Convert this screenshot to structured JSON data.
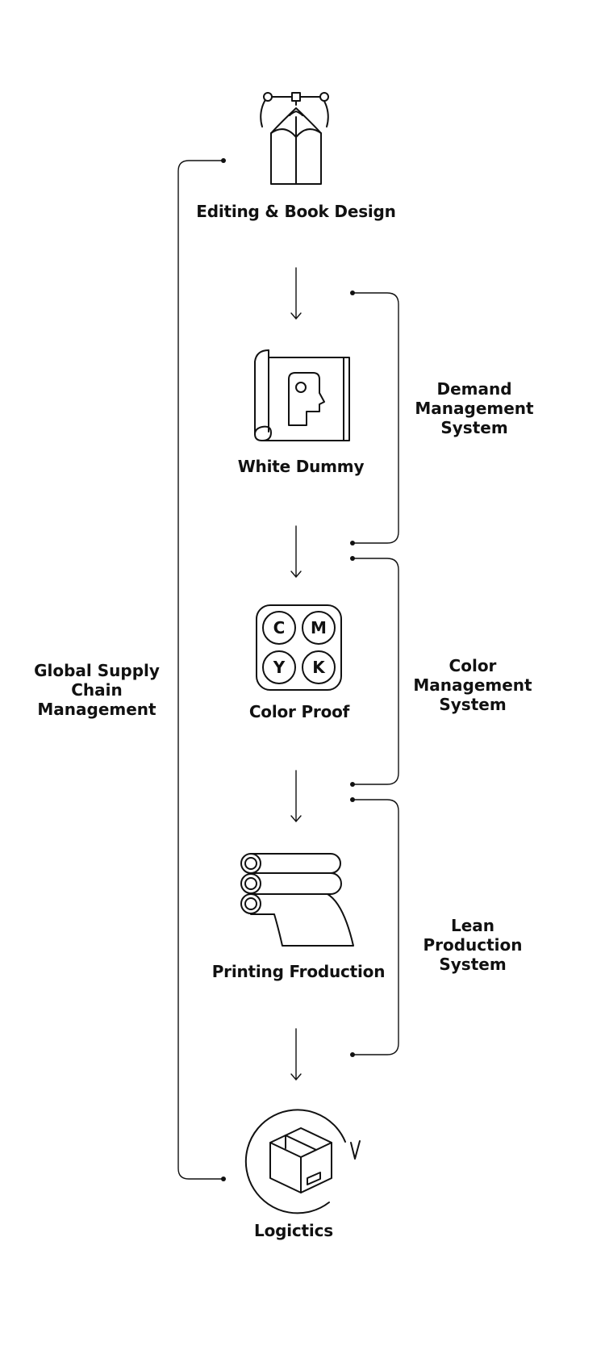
{
  "steps": [
    {
      "label": "Editing & Book Design",
      "icon": "pen-tool-icon"
    },
    {
      "label": "White Dummy",
      "icon": "dummy-page-icon"
    },
    {
      "label": "Color Proof",
      "icon": "cmyk-proof-icon",
      "cmyk": {
        "c": "C",
        "m": "M",
        "y": "Y",
        "k": "K"
      }
    },
    {
      "label": "Printing Froduction",
      "icon": "printing-rollers-icon"
    },
    {
      "label": "Logictics",
      "icon": "box-delivery-icon"
    }
  ],
  "left_bracket": {
    "lines": [
      "Global Supply",
      "Chain",
      "Management"
    ]
  },
  "right_brackets": [
    {
      "lines": [
        "Demand",
        "Management",
        "System"
      ]
    },
    {
      "lines": [
        "Color",
        "Management",
        "System"
      ]
    },
    {
      "lines": [
        "Lean",
        "Production",
        "System"
      ]
    }
  ],
  "colors": {
    "stroke": "#111111",
    "background": "#ffffff"
  }
}
